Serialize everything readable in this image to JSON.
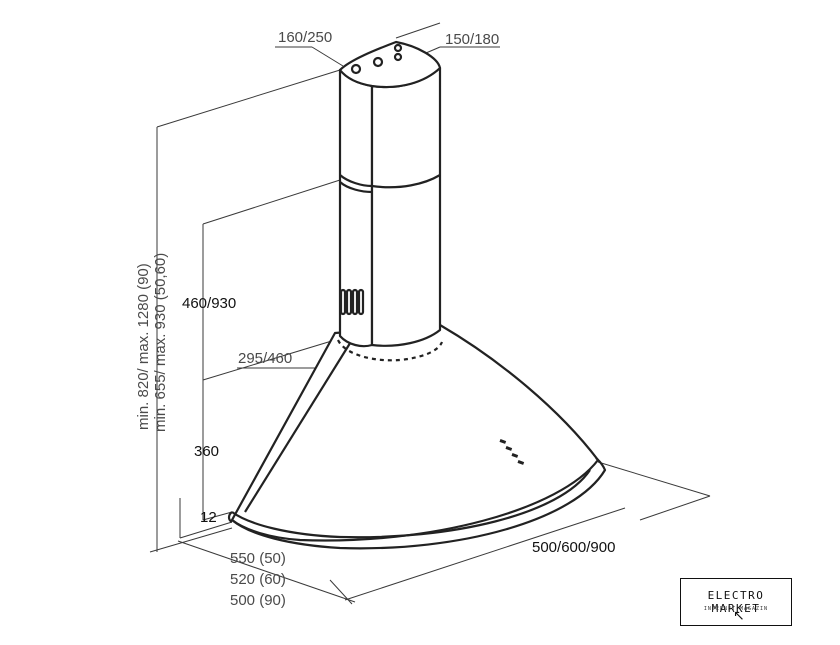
{
  "labels": {
    "chimney_depth": "160/250",
    "chimney_width": "150/180",
    "height_range_a": "min. 820/ max. 1280 (90)",
    "height_range_b": "min. 655/ max. 930 (50,60)",
    "chimney_height": "460/930",
    "canopy_top_depth": "295/460",
    "canopy_height": "360",
    "rim_height": "12",
    "width": "500/600/900",
    "depth_50": "550 (50)",
    "depth_60": "520 (60)",
    "depth_90": "500 (90)"
  },
  "logo": {
    "text": "ELECTRO MARKET",
    "subtext": "INTERNET-MAGAZIN"
  }
}
